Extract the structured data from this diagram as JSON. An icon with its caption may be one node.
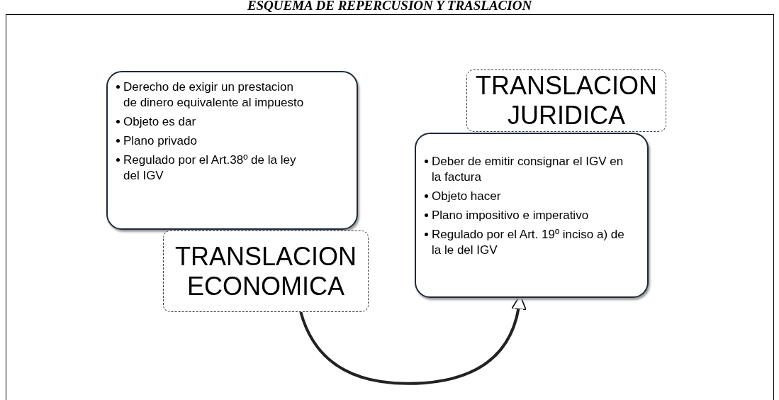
{
  "diagram": {
    "title": "ESQUEMA DE REPERCUSION Y TRASLACION",
    "nodes": [
      {
        "text": [
          "Derecho de exigir  un prestacion de dinero equivalente al impuesto",
          "Objeto es dar",
          "Plano privado",
          "Regulado por el Art.38º de la ley del IGV"
        ]
      },
      {
        "text": [
          "TRANSLACION ECONOMICA"
        ]
      },
      {
        "text": [
          "Deber  de emitir  consignar el IGV en la factura",
          "Objeto hacer",
          "Plano impositivo e imperativo",
          "Regulado por el Art. 19º inciso a) de la le del IGV"
        ]
      },
      {
        "text": [
          "TRANSLACION JURIDICA"
        ]
      }
    ],
    "edges": [
      {
        "from": 1,
        "to": 2,
        "arrow": "to"
      }
    ]
  }
}
